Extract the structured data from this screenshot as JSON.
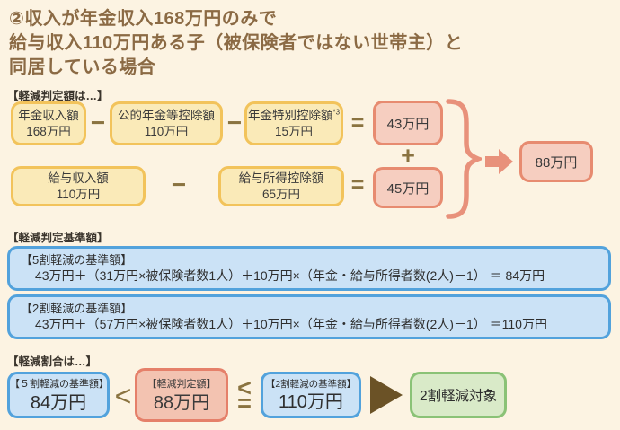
{
  "title": {
    "lines": [
      "②収入が年金収入168万円のみで",
      "給与収入110万円ある子（被保険者ではない世帯主）と",
      "同居している場合"
    ]
  },
  "judgement": {
    "label": "【軽減判定額は…】",
    "pension": {
      "income_label": "年金収入額",
      "income_value": "168万円",
      "deduction_label": "公的年金等控除額",
      "deduction_value": "110万円",
      "special_label": "年金特別控除額",
      "special_sup": "*3",
      "special_value": "15万円",
      "result": "43万円"
    },
    "salary": {
      "income_label": "給与収入額",
      "income_value": "110万円",
      "deduction_label": "給与所得控除額",
      "deduction_value": "65万円",
      "result": "45万円"
    },
    "operators": {
      "minus": "−",
      "equals": "=",
      "plus": "+"
    },
    "total": "88万円"
  },
  "criteria": {
    "label": "【軽減判定基準額】",
    "half": {
      "title": "【5割軽減の基準額】",
      "formula": "43万円＋（31万円×被保険者数1人）＋10万円×（年金・給与所得者数(2人)－1） ＝ 84万円"
    },
    "twenty": {
      "title": "【2割軽減の基準額】",
      "formula": "43万円＋（57万円×被保険者数1人）＋10万円×（年金・給与所得者数(2人)－1） ＝110万円"
    }
  },
  "ratio": {
    "label": "【軽減割合は…】",
    "half_base": {
      "title": "【５割軽減の基準額】",
      "value": "84万円"
    },
    "lt": "<",
    "lte_top": "<",
    "lte_bottom": "=",
    "judged": {
      "title": "【軽減判定額】",
      "value": "88万円"
    },
    "twenty_base": {
      "title": "【2割軽減の基準額】",
      "value": "110万円"
    },
    "result": "2割軽減対象"
  },
  "colors": {
    "background": "#fcf3e2",
    "title_text": "#8b6a44",
    "yellow_fill": "#faeab8",
    "yellow_border": "#f2c35b",
    "pink_fill": "#f6cec0",
    "pink_border": "#e78b70",
    "blue_fill": "#cbe2f6",
    "blue_border": "#52a2dc",
    "green_fill": "#d9eac8",
    "green_border": "#8ac276",
    "operator": "#8a7340",
    "brace_arrow": "#e8917b",
    "result_arrow": "#6b5226"
  }
}
